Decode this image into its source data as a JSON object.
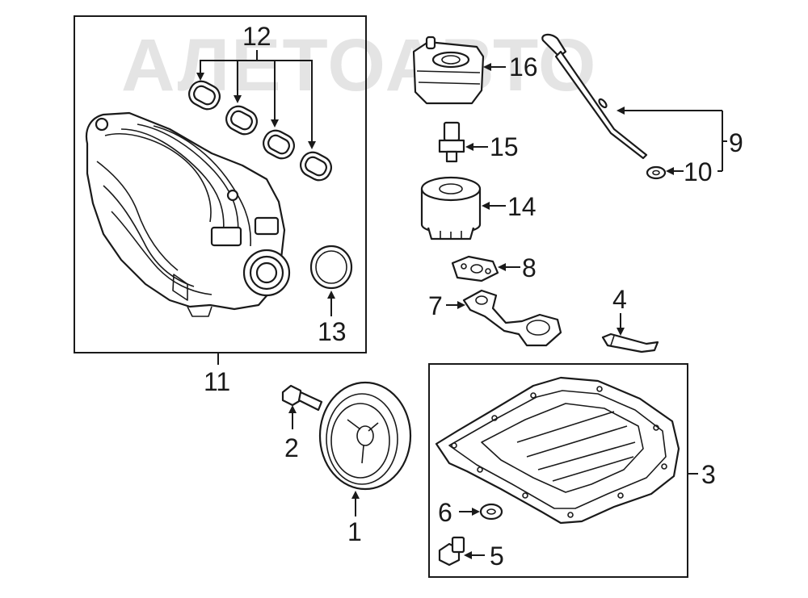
{
  "watermark": {
    "text": "АЛЕТОАВТО"
  },
  "labels": {
    "l1": "1",
    "l2": "2",
    "l3": "3",
    "l4": "4",
    "l5": "5",
    "l6": "6",
    "l7": "7",
    "l8": "8",
    "l9": "9",
    "l10": "10",
    "l11": "11",
    "l12": "12",
    "l13": "13",
    "l14": "14",
    "l15": "15",
    "l16": "16"
  }
}
